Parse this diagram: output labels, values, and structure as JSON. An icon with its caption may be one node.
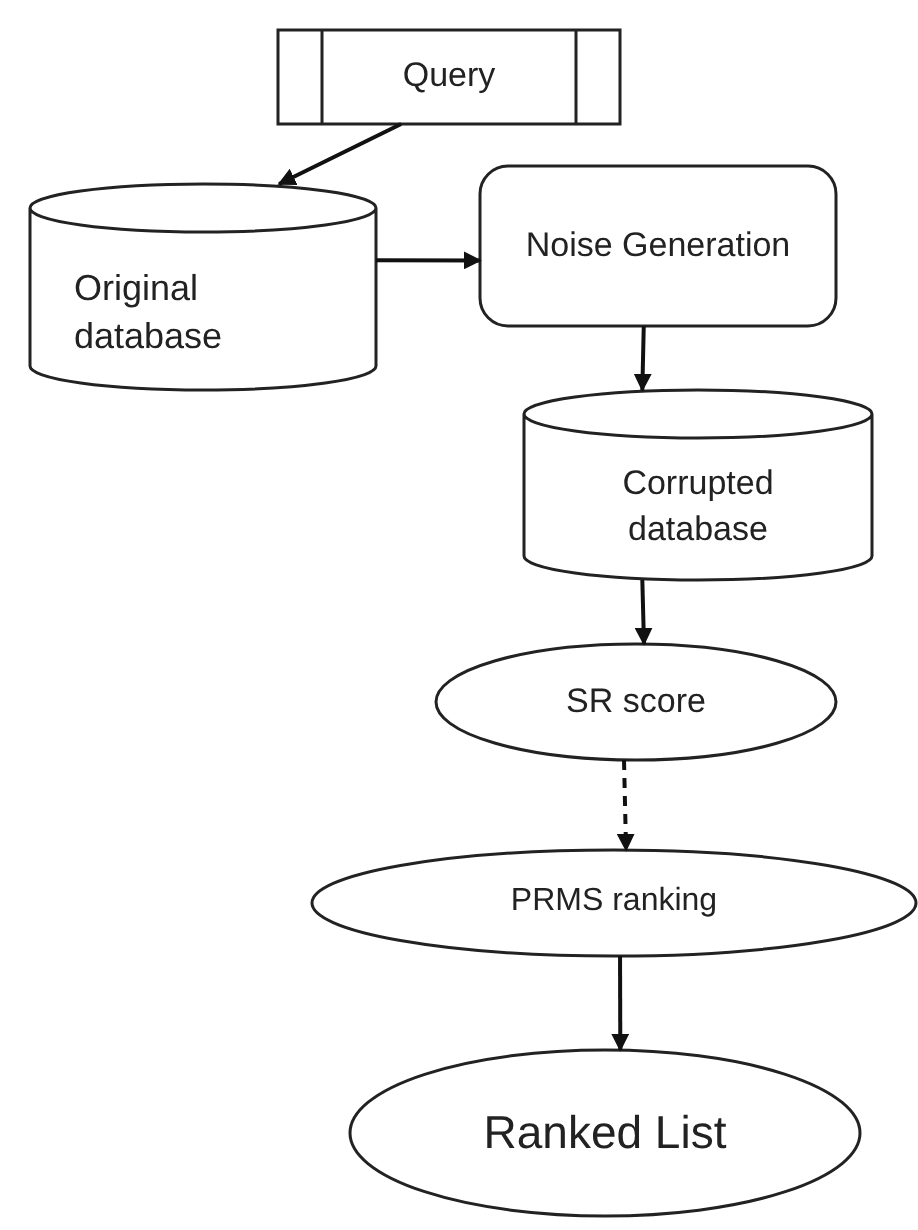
{
  "diagram": {
    "nodes": [
      {
        "text": [
          "Query"
        ]
      },
      {
        "text": [
          "Original database"
        ]
      },
      {
        "text": [
          "Noise Generation"
        ]
      },
      {
        "text": [
          "Corrupted database"
        ]
      },
      {
        "text": [
          "SR score"
        ]
      },
      {
        "text": [
          "PRMS ranking"
        ]
      },
      {
        "text": [
          "Ranked List"
        ]
      }
    ],
    "edges": [
      {
        "from": 0,
        "to": 1,
        "arrow": "to"
      },
      {
        "from": 1,
        "to": 2,
        "arrow": "to"
      },
      {
        "from": 2,
        "to": 3,
        "arrow": "to"
      },
      {
        "from": 3,
        "to": 4,
        "arrow": "to"
      },
      {
        "from": 4,
        "to": 5,
        "arrow": "to",
        "style": "dashed"
      },
      {
        "from": 5,
        "to": 6,
        "arrow": "to"
      }
    ]
  }
}
